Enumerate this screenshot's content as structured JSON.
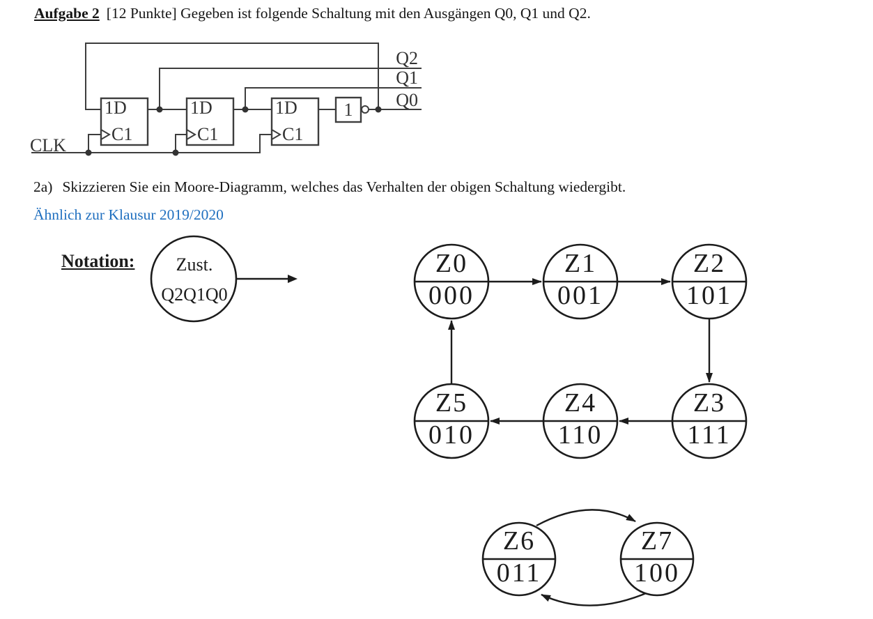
{
  "header": {
    "task_label": "Aufgabe 2",
    "task_text": "[12 Punkte] Gegeben ist folgende Schaltung mit den Ausgängen Q0, Q1 und Q2."
  },
  "circuit": {
    "clk_label": "CLK",
    "flipflop_count": 3,
    "flipflop_data_label": "1D",
    "flipflop_clock_label": "C1",
    "inverter_label": "1",
    "output_labels": [
      "Q2",
      "Q1",
      "Q0"
    ]
  },
  "question": {
    "number": "2a)",
    "text": "Skizzieren Sie ein Moore-Diagramm, welches das Verhalten der obigen Schaltung wiedergibt."
  },
  "note": {
    "text": "Ähnlich zur Klausur 2019/2020",
    "color": "#1f6fbf"
  },
  "notation": {
    "label": "Notation:",
    "top_text": "Zust.",
    "bottom_text": "Q2Q1Q0"
  },
  "diagram": {
    "nodes": [
      {
        "name": "Z0",
        "code": "000"
      },
      {
        "name": "Z1",
        "code": "001"
      },
      {
        "name": "Z2",
        "code": "101"
      },
      {
        "name": "Z3",
        "code": "111"
      },
      {
        "name": "Z4",
        "code": "110"
      },
      {
        "name": "Z5",
        "code": "010"
      },
      {
        "name": "Z6",
        "code": "011"
      },
      {
        "name": "Z7",
        "code": "100"
      }
    ],
    "transitions": [
      {
        "from": "Z0",
        "to": "Z1"
      },
      {
        "from": "Z1",
        "to": "Z2"
      },
      {
        "from": "Z2",
        "to": "Z3"
      },
      {
        "from": "Z3",
        "to": "Z4"
      },
      {
        "from": "Z4",
        "to": "Z5"
      },
      {
        "from": "Z5",
        "to": "Z0"
      },
      {
        "from": "Z6",
        "to": "Z7"
      },
      {
        "from": "Z7",
        "to": "Z6"
      }
    ]
  }
}
